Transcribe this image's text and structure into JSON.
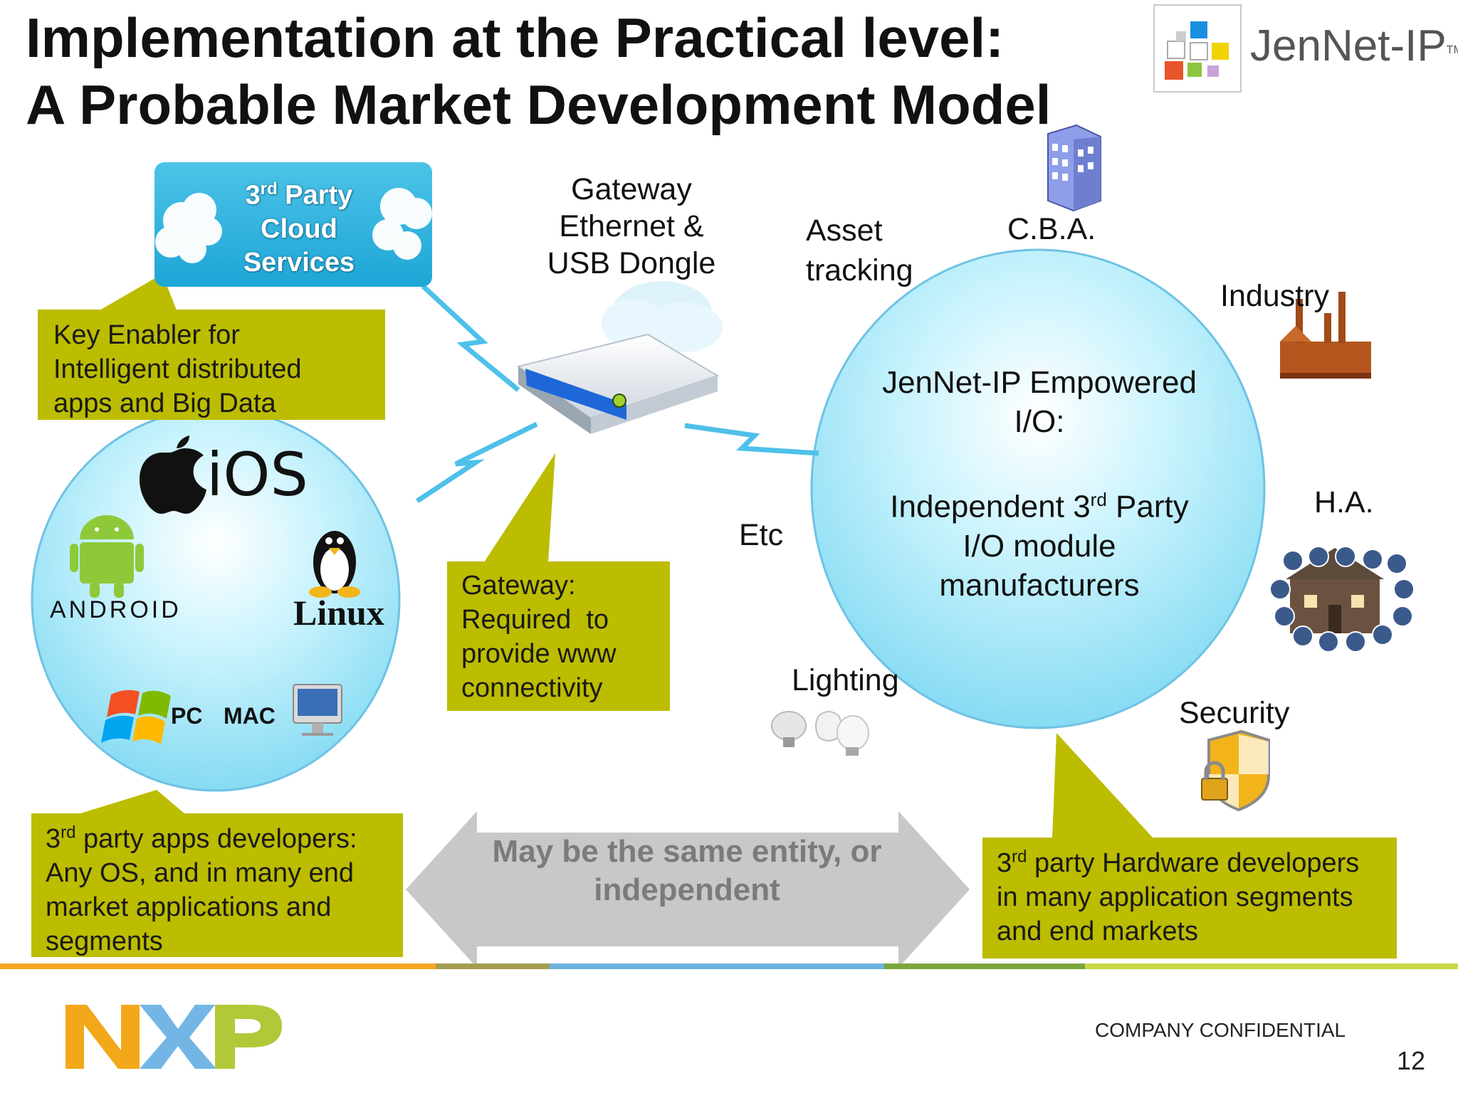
{
  "title": {
    "line1": "Implementation at the Practical level:",
    "line2": "A Probable Market Development Model"
  },
  "logo": {
    "name": "JenNet-IP",
    "tm": "TM"
  },
  "cloud_services": {
    "sup": "rd",
    "line1_pre": "3",
    "line1_post": " Party",
    "line2": "Cloud",
    "line3": "Services"
  },
  "key_enabler": {
    "line1": "Key Enabler for",
    "line2": "Intelligent distributed",
    "line3": "apps and Big Data"
  },
  "gateway_device": {
    "line1": "Gateway",
    "line2": "Ethernet &",
    "line3": "USB Dongle"
  },
  "gateway_callout": {
    "line1": "Gateway:",
    "line2": "Required  to",
    "line3": "provide www",
    "line4": "connectivity"
  },
  "os_circle": {
    "ios": "iOS",
    "android": "ANDROID",
    "linux": "Linux",
    "pc": "PC",
    "mac": "MAC"
  },
  "apps_callout": {
    "pre": "3",
    "sup": "rd",
    "line1_post": " party apps developers:",
    "line2": "Any OS, and in many end",
    "line3": "market applications and",
    "line4": "segments"
  },
  "same_entity": {
    "line1": "May be the same entity, or",
    "line2": "independent"
  },
  "io_circle": {
    "line1": "JenNet-IP Empowered",
    "line2": "I/O:",
    "line3_pre": "Independent 3",
    "line3_sup": "rd",
    "line3_post": " Party",
    "line4": "I/O module",
    "line5": "manufacturers"
  },
  "segments": {
    "asset_line1": "Asset",
    "asset_line2": "tracking",
    "cba": "C.B.A.",
    "industry": "Industry",
    "ha": "H.A.",
    "security": "Security",
    "lighting": "Lighting",
    "etc": "Etc"
  },
  "hw_callout": {
    "pre": "3",
    "sup": "rd",
    "line1_post": " party Hardware developers",
    "line2": "in many application segments",
    "line3": "and end markets"
  },
  "footer": {
    "confidential": "COMPANY CONFIDENTIAL",
    "page": "12",
    "company_logo": "NXP"
  },
  "colors": {
    "olive": "#bcbc00",
    "cyan": "#a9ecfb",
    "cloud_blue": "#1ea6d6",
    "footer_orange": "#f5a623",
    "footer_olive": "#a59d4f",
    "footer_blue": "#6cb2dd",
    "footer_green": "#7aa73a",
    "footer_lime": "#c9d84a",
    "arrow_gray": "#c8c8c8"
  }
}
